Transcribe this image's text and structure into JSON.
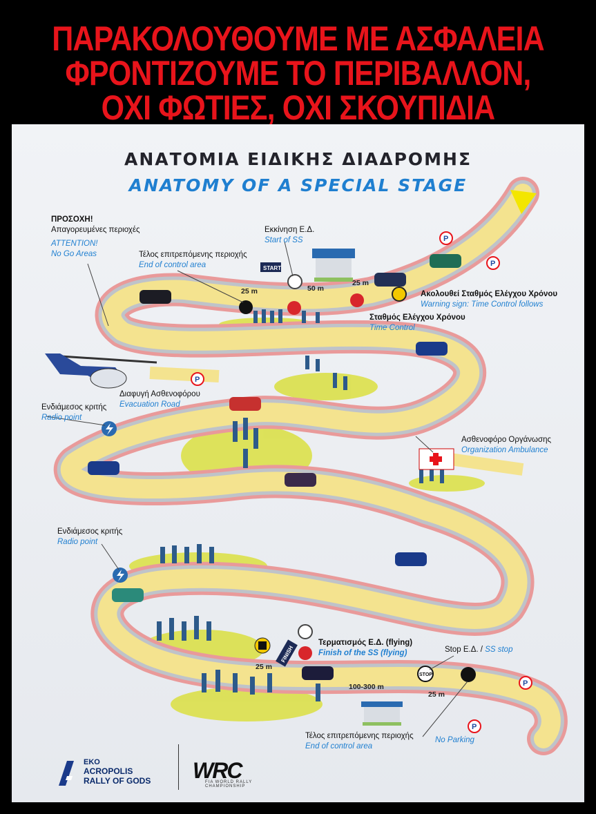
{
  "headline": {
    "line1": "ΠΑΡΑΚΟΛΟΥΘΟΥΜΕ ΜΕ ΑΣΦΑΛΕΙΑ",
    "line2": "ΦΡΟΝΤΙΖΟΥΜΕ ΤΟ ΠΕΡΙΒΑΛΛΟΝ,",
    "line3": "ΟΧΙ ΦΩΤΙΕΣ, ΟΧΙ ΣΚΟΥΠΙΔΙΑ"
  },
  "title": {
    "greek": "ΑΝΑΤΟΜΙΑ ΕΙΔΙΚΗΣ ΔΙΑΔΡΟΜΗΣ",
    "english": "ANATOMY OF A SPECIAL STAGE"
  },
  "labels": {
    "attention_gr1": "ΠΡΟΣΟΧΗ!",
    "attention_gr2": "Απαγορευμένες περιοχές",
    "attention_en1": "ATTENTION!",
    "attention_en2": "No Go Areas",
    "start_gr": "Εκκίνηση Ε.Δ.",
    "start_en": "Start of SS",
    "end_control_top_gr": "Τέλος επιτρεπόμενης περιοχής",
    "end_control_top_en": "End of control area",
    "warning_gr": "Ακολουθεί Σταθμός Ελέγχου Χρόνου",
    "warning_en": "Warning sign: Time Control follows",
    "time_control_gr": "Σταθμός Ελέγχου Χρόνου",
    "time_control_en": "Time Control",
    "evac_gr": "Διαφυγή Ασθενοφόρου",
    "evac_en": "Evacuation Road",
    "radio1_gr": "Ενδιάμεσος κριτής",
    "radio1_en": "Radio point",
    "ambulance_gr": "Ασθενοφόρο Οργάνωσης",
    "ambulance_en": "Organization Ambulance",
    "radio2_gr": "Ενδιάμεσος κριτής",
    "radio2_en": "Radio point",
    "finish_gr": "Τερματισμός Ε.Δ. (flying)",
    "finish_en": "Finish of the SS (flying)",
    "stop_gr": "Stop Ε.Δ. /",
    "stop_en": "SS stop",
    "end_control_bottom_gr": "Τέλος επιτρεπόμενης περιοχής",
    "end_control_bottom_en": "End of control area",
    "no_parking_en": "No Parking"
  },
  "distances": {
    "d1": "25 m",
    "d2": "50 m",
    "d3": "25 m",
    "d4": "25 m",
    "d5": "100-300 m",
    "d6": "25 m"
  },
  "signs": {
    "start_banner": "START",
    "finish_banner": "FINISH",
    "stop_sign": "STOP",
    "parking_letter": "P"
  },
  "logos": {
    "eko": "EKO",
    "acropolis_line1": "ACROPOLIS",
    "acropolis_line2": "RALLY OF GODS",
    "wrc": "WRC",
    "wrc_sub": "FIA WORLD RALLY CHAMPIONSHIP"
  },
  "colors": {
    "headline_red": "#e8141b",
    "road_yellow": "#f4e38f",
    "verge_red": "#e99a9a",
    "spectator_green": "#dbe04a",
    "english_blue": "#1f7fd0"
  }
}
